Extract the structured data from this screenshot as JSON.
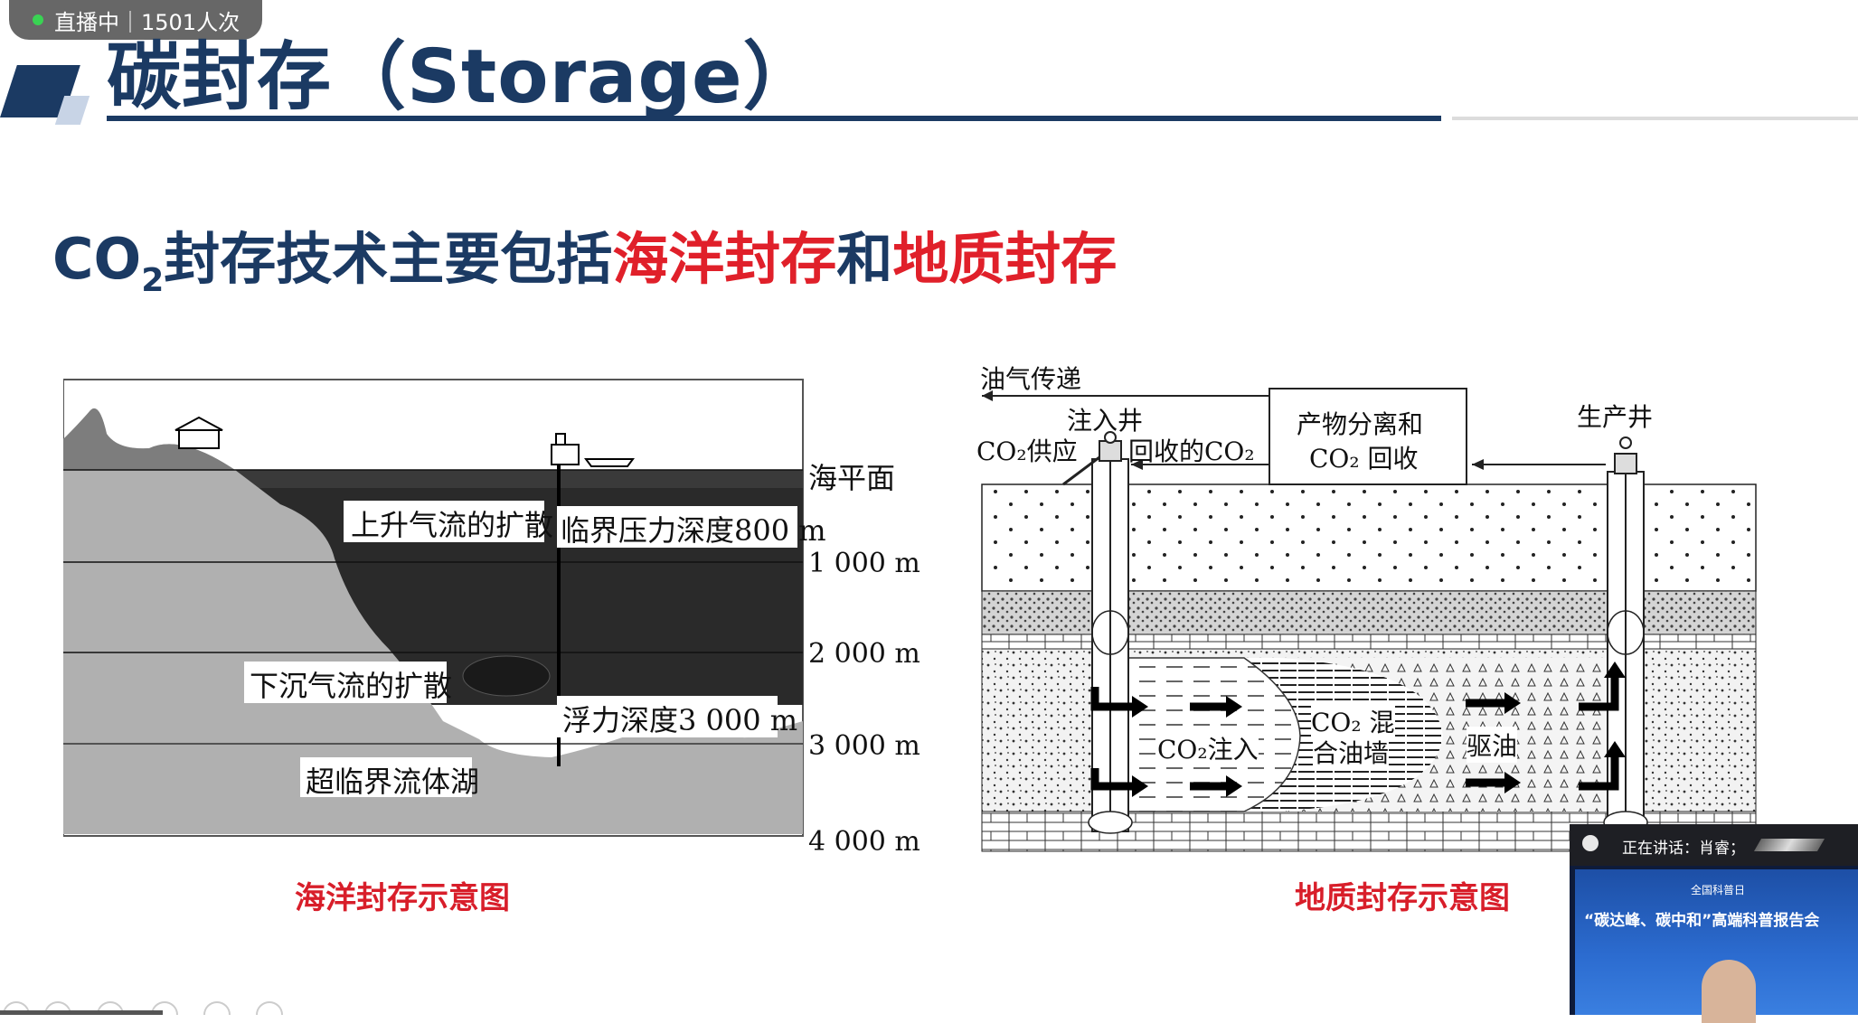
{
  "live": {
    "status": "直播中｜1501人次"
  },
  "slide": {
    "title": "碳封存（Storage）",
    "headline": {
      "part1": "CO",
      "sub": "2",
      "part2": "封存技术主要包括",
      "red1": "海洋封存",
      "mid": "和",
      "red2": "地质封存"
    },
    "ocean": {
      "caption": "海洋封存示意图",
      "sea_level": "海平面",
      "depths": [
        "1 000 m",
        "2 000 m",
        "3 000 m",
        "4 000 m"
      ],
      "rising": "上升气流的扩散",
      "critical": "临界压力深度800 m",
      "sinking": "下沉气流的扩散",
      "buoyancy": "浮力深度3 000 m",
      "lake": "超临界流体湖"
    },
    "geo": {
      "caption": "地质封存示意图",
      "oil_transfer": "油气传递",
      "injection_well": "注入井",
      "co2_supply": "CO₂供应",
      "recycled": "回收的CO₂",
      "separation_line1": "产物分离和",
      "separation_line2": "CO₂ 回收",
      "production_well": "生产井",
      "co2_injection": "CO₂注入",
      "mixed_line1": "CO₂ 混",
      "mixed_line2": "合油墙",
      "drive_oil": "驱油"
    }
  },
  "speaker": {
    "label": "正在讲话：肖睿；",
    "banner": "“碳达峰、碳中和”高端科普报告会",
    "org": "全国科普日"
  }
}
